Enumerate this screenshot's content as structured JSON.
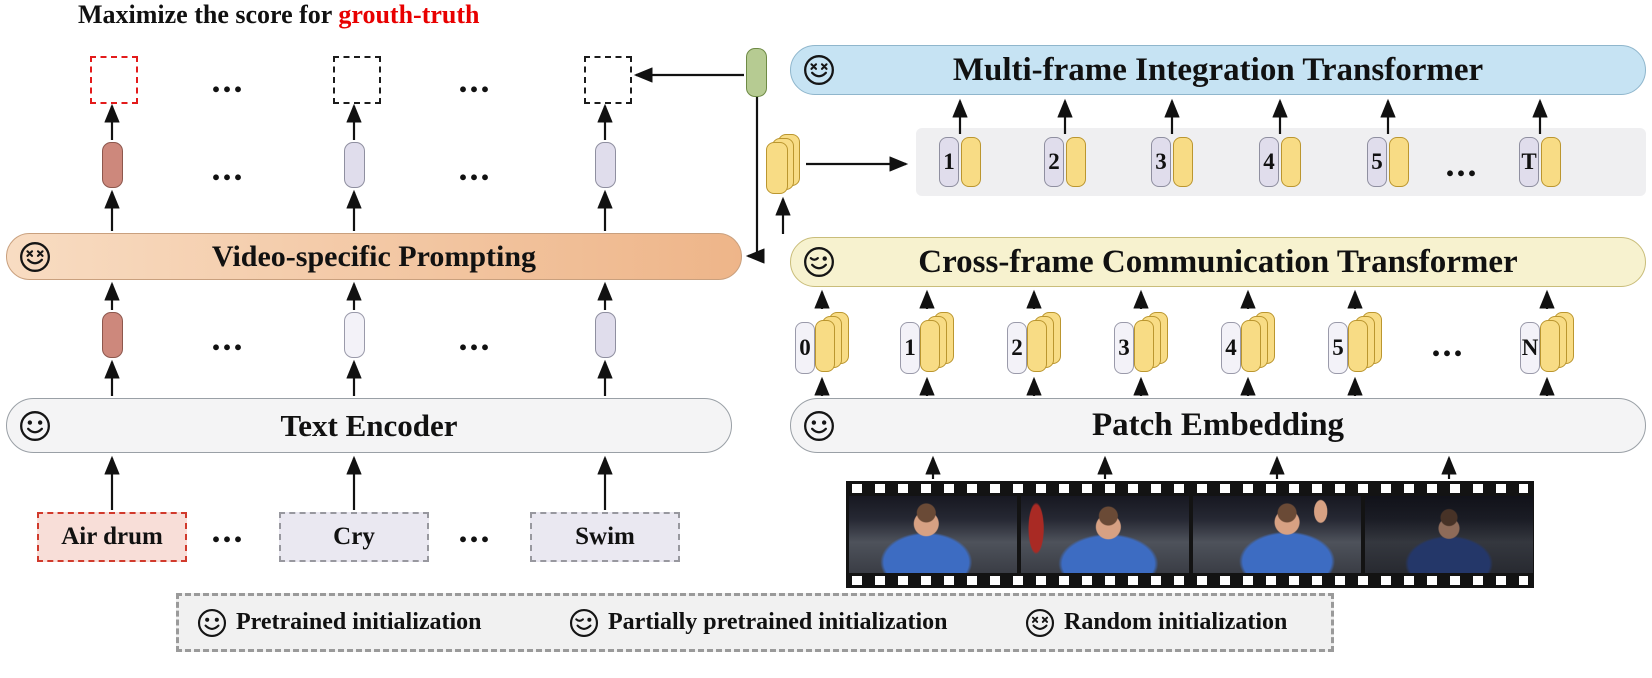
{
  "title": {
    "prefix": "Maximize the score for ",
    "highlight": "grouth-truth"
  },
  "ellipsis": "...",
  "left": {
    "prompting_label": "Video-specific Prompting",
    "text_encoder_label": "Text Encoder",
    "classes": [
      {
        "label": "Air drum"
      },
      {
        "label": "Cry"
      },
      {
        "label": "Swim"
      }
    ]
  },
  "right": {
    "mit_label": "Multi-frame Integration Transformer",
    "cct_label": "Cross-frame Communication Transformer",
    "patch_label": "Patch Embedding",
    "frame_tokens": [
      "1",
      "2",
      "3",
      "4",
      "5",
      "T"
    ],
    "patch_tokens": [
      "0",
      "1",
      "2",
      "3",
      "4",
      "5",
      "N"
    ]
  },
  "legend": {
    "items": [
      {
        "icon": "pretrained-face",
        "label": "Pretrained initialization"
      },
      {
        "icon": "partial-face",
        "label": "Partially pretrained initialization"
      },
      {
        "icon": "random-face",
        "label": "Random initialization"
      }
    ]
  },
  "colors": {
    "highlight_red": "#e80000",
    "prompting_peach": "#f3c59e",
    "mit_blue": "#c6e3f3",
    "cct_yellow": "#f7f2cf",
    "encoder_gray": "#f4f4f5",
    "token_yellow": "#f8dc85",
    "token_lavender": "#e0ddec",
    "token_pink": "#cd887c",
    "connector_green": "#b6cb92"
  }
}
